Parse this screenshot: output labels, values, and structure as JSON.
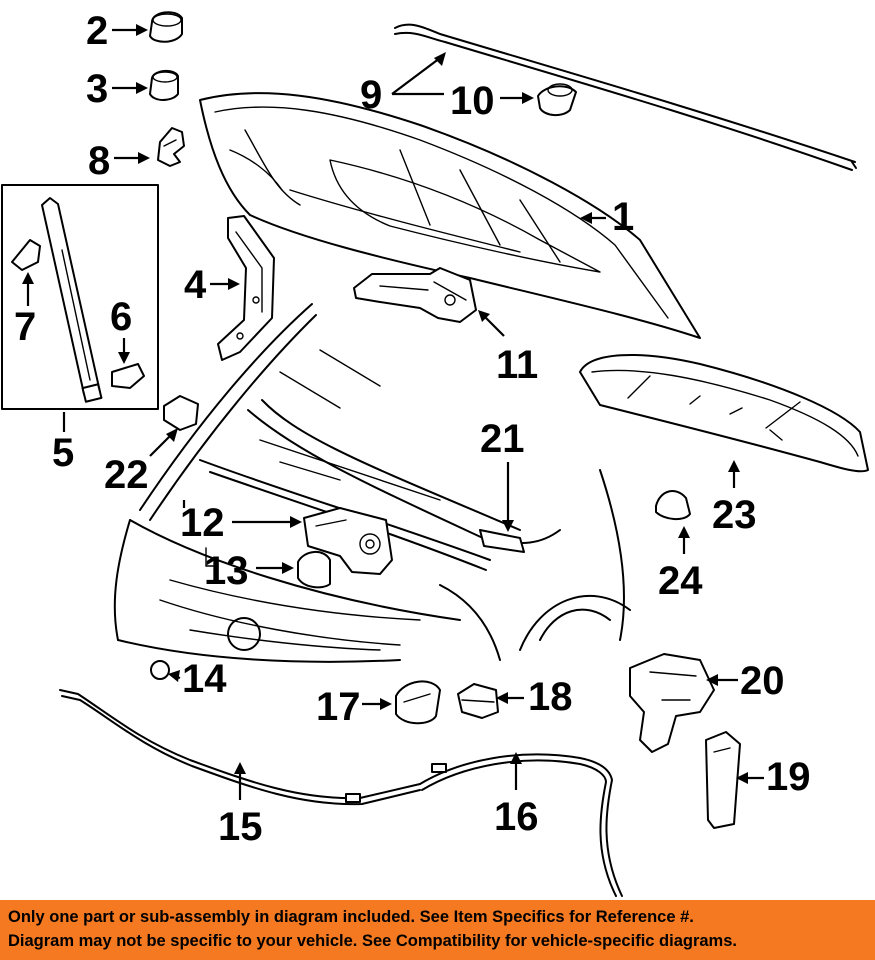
{
  "callouts": {
    "c1": "1",
    "c2": "2",
    "c3": "3",
    "c4": "4",
    "c5": "5",
    "c6": "6",
    "c7": "7",
    "c8": "8",
    "c9": "9",
    "c10": "10",
    "c11": "11",
    "c12": "12",
    "c13": "13",
    "c14": "14",
    "c15": "15",
    "c16": "16",
    "c17": "17",
    "c18": "18",
    "c19": "19",
    "c20": "20",
    "c21": "21",
    "c22": "22",
    "c23": "23",
    "c24": "24"
  },
  "footer": {
    "line1": "Only one part or sub-assembly in diagram included. See Item Specifics for Reference #.",
    "line2": "Diagram may not be specific to your vehicle. See Compatibility for vehicle-specific diagrams."
  },
  "colors": {
    "footer_bg": "#f47920",
    "ink": "#000000"
  }
}
